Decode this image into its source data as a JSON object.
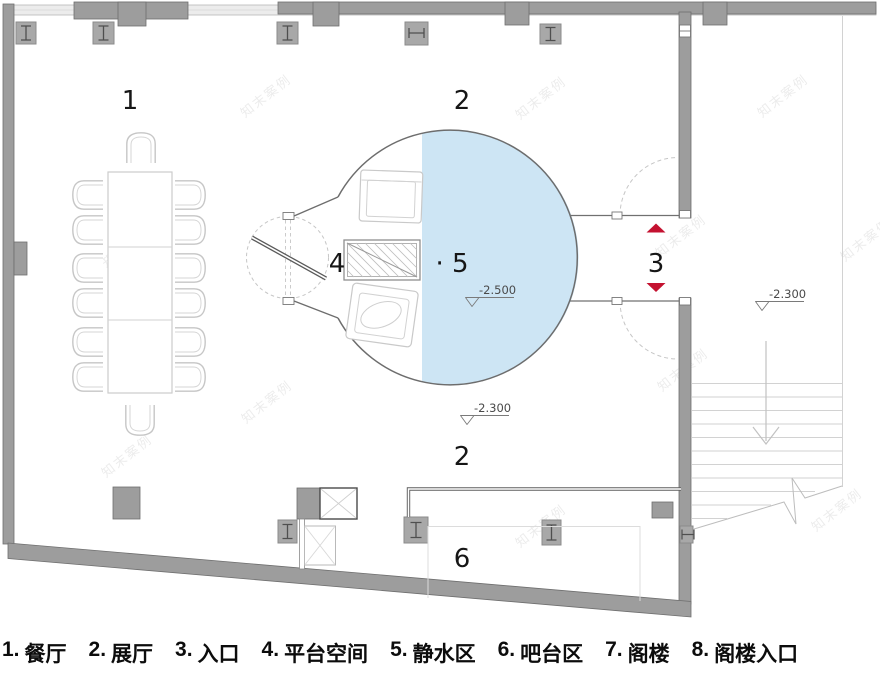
{
  "plan": {
    "title": "floor plan with circular still-water feature",
    "area_labels": [
      {
        "area": "dining",
        "text": "1"
      },
      {
        "area": "exhibition-top",
        "text": "2"
      },
      {
        "area": "platform",
        "text": "4"
      },
      {
        "area": "still-water",
        "text": "· 5"
      },
      {
        "area": "entrance",
        "text": "3"
      },
      {
        "area": "exhibition-bottom",
        "text": "2"
      },
      {
        "area": "bar",
        "text": "6"
      }
    ],
    "elevation_markers": [
      {
        "value": "-2.500"
      },
      {
        "value": "-2.300"
      },
      {
        "value": "-2.300"
      }
    ],
    "watermark_text": "知末案例",
    "colors": {
      "water": "#cde5f4",
      "wall": "#9d9d9d",
      "arrow_red": "#c41230"
    }
  },
  "legend": {
    "items": [
      {
        "num": "1.",
        "label": "餐厅"
      },
      {
        "num": "2.",
        "label": "展厅"
      },
      {
        "num": "3.",
        "label": "入口"
      },
      {
        "num": "4.",
        "label": "平台空间"
      },
      {
        "num": "5.",
        "label": "静水区"
      },
      {
        "num": "6.",
        "label": "吧台区"
      },
      {
        "num": "7.",
        "label": "阁楼"
      },
      {
        "num": "8.",
        "label": "阁楼入口"
      }
    ]
  }
}
